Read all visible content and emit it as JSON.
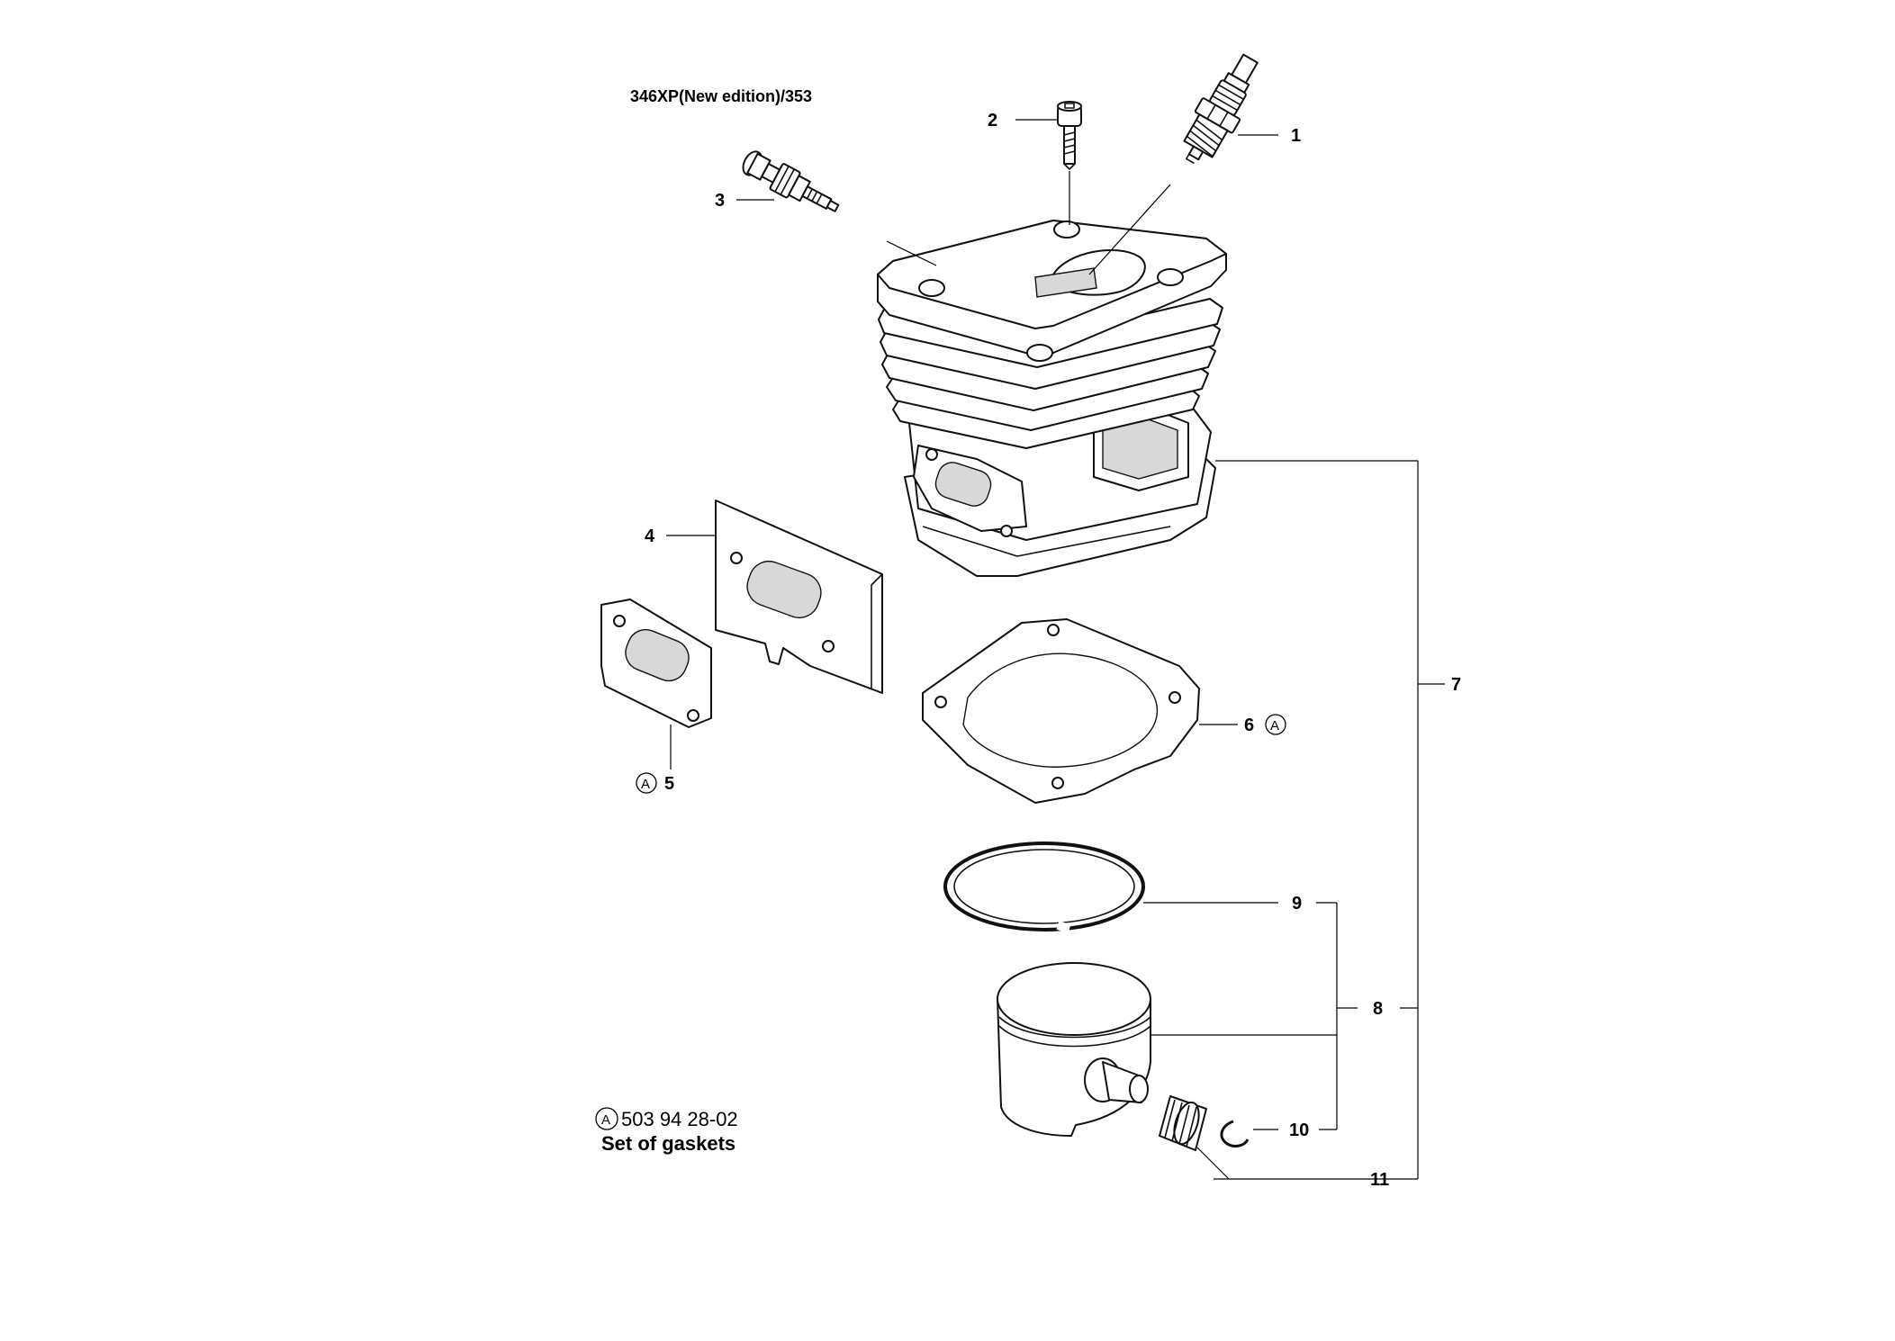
{
  "title": "346XP(New edition)/353",
  "callouts": {
    "c1": "1",
    "c2": "2",
    "c3": "3",
    "c4": "4",
    "c5": "5",
    "c6": "6",
    "c7": "7",
    "c8": "8",
    "c9": "9",
    "c10": "10",
    "c11": "11"
  },
  "kit_marker": "A",
  "kit": {
    "number": "503 94 28-02",
    "name": "Set of gaskets"
  }
}
